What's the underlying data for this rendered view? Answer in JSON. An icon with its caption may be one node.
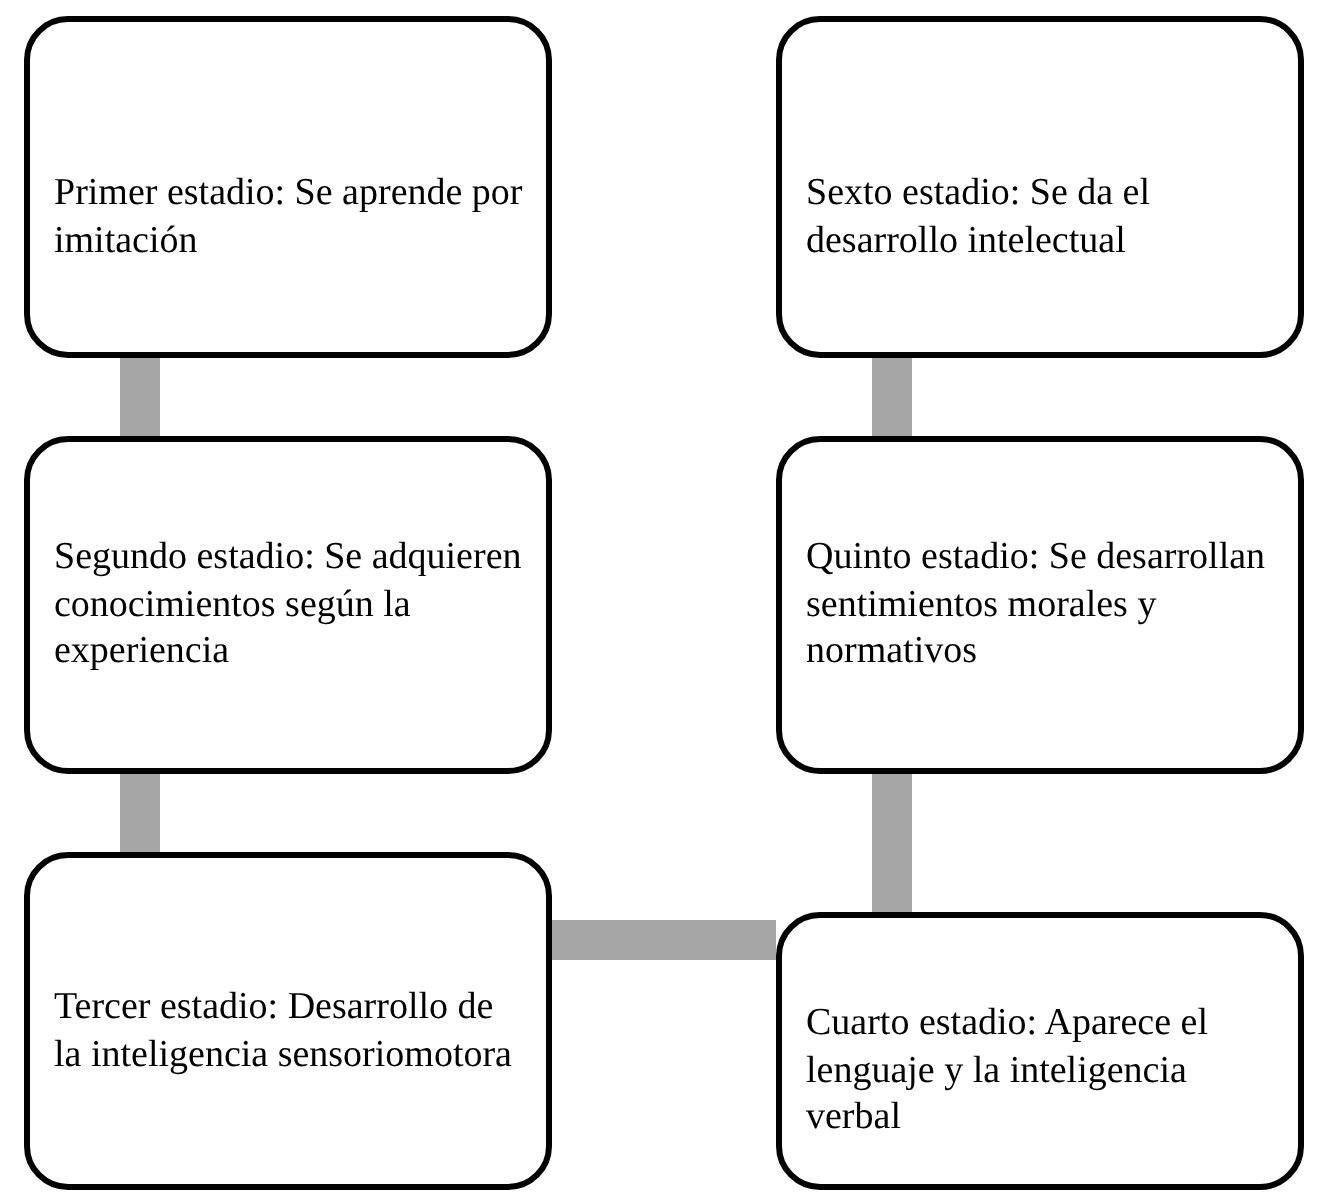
{
  "diagram": {
    "nodes": [
      {
        "text": [
          "Primer estadio: Se aprende por imitación"
        ]
      },
      {
        "text": [
          "Segundo estadio: Se adquieren conocimientos según la experiencia"
        ]
      },
      {
        "text": [
          "Tercer estadio: Desarrollo de la inteligencia sensoriomotora"
        ]
      },
      {
        "text": [
          "Cuarto estadio: Aparece el lenguaje y la inteligencia verbal"
        ]
      },
      {
        "text": [
          "Quinto estadio: Se desarrollan sentimientos morales y normativos"
        ]
      },
      {
        "text": [
          "Sexto estadio: Se da el desarrollo intelectual"
        ]
      }
    ],
    "edges": [
      {
        "from": 0,
        "to": 1,
        "arrow": "none"
      },
      {
        "from": 1,
        "to": 2,
        "arrow": "none"
      },
      {
        "from": 2,
        "to": 3,
        "arrow": "none"
      },
      {
        "from": 3,
        "to": 4,
        "arrow": "none"
      },
      {
        "from": 4,
        "to": 5,
        "arrow": "none"
      }
    ]
  }
}
